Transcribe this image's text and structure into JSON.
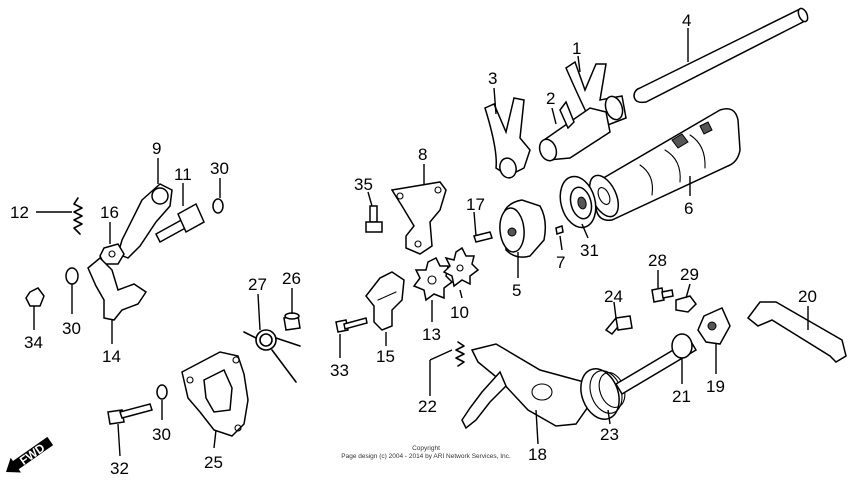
{
  "diagram": {
    "callouts": [
      {
        "id": "1",
        "label": "1"
      },
      {
        "id": "2",
        "label": "2"
      },
      {
        "id": "3",
        "label": "3"
      },
      {
        "id": "4",
        "label": "4"
      },
      {
        "id": "5",
        "label": "5"
      },
      {
        "id": "6",
        "label": "6"
      },
      {
        "id": "7",
        "label": "7"
      },
      {
        "id": "8",
        "label": "8"
      },
      {
        "id": "9",
        "label": "9"
      },
      {
        "id": "10",
        "label": "10"
      },
      {
        "id": "11",
        "label": "11"
      },
      {
        "id": "12",
        "label": "12"
      },
      {
        "id": "13",
        "label": "13"
      },
      {
        "id": "14",
        "label": "14"
      },
      {
        "id": "15",
        "label": "15"
      },
      {
        "id": "16",
        "label": "16"
      },
      {
        "id": "17",
        "label": "17"
      },
      {
        "id": "18",
        "label": "18"
      },
      {
        "id": "19",
        "label": "19"
      },
      {
        "id": "20",
        "label": "20"
      },
      {
        "id": "21",
        "label": "21"
      },
      {
        "id": "22",
        "label": "22"
      },
      {
        "id": "23",
        "label": "23"
      },
      {
        "id": "24",
        "label": "24"
      },
      {
        "id": "25",
        "label": "25"
      },
      {
        "id": "26",
        "label": "26"
      },
      {
        "id": "27",
        "label": "27"
      },
      {
        "id": "28",
        "label": "28"
      },
      {
        "id": "29",
        "label": "29"
      },
      {
        "id": "30a",
        "label": "30"
      },
      {
        "id": "30b",
        "label": "30"
      },
      {
        "id": "30c",
        "label": "30"
      },
      {
        "id": "31",
        "label": "31"
      },
      {
        "id": "32",
        "label": "32"
      },
      {
        "id": "33",
        "label": "33"
      },
      {
        "id": "34",
        "label": "34"
      },
      {
        "id": "35",
        "label": "35"
      }
    ],
    "fwd_label": "FWD",
    "copyright_title": "Copyright",
    "copyright_line": "Page design (c) 2004 - 2014 by ARI Network Services, Inc."
  }
}
